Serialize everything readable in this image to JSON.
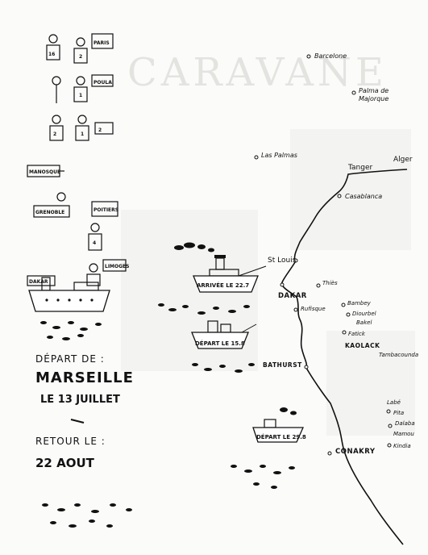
{
  "title": "CARAVANE",
  "left_panel": {
    "signs": [
      "PARIS",
      "POULA",
      "MANOSQUE",
      "GRENOBLE",
      "POITIERS",
      "LIMOGES",
      "DAKAR"
    ],
    "numbers": [
      "16",
      "2",
      "1",
      "2",
      "1",
      "2",
      "4"
    ],
    "depart_label": "DÉPART DE :",
    "depart_city": "MARSEILLE",
    "depart_date": "LE 13 JUILLET",
    "retour_label": "RETOUR LE :",
    "retour_date": "22 AOUT"
  },
  "ships": [
    {
      "label": "ARRIVÉE LE 22.7"
    },
    {
      "label": "DÉPART LE 15.8"
    },
    {
      "label": "DÉPART LE 29.8"
    }
  ],
  "places": {
    "barcelona": "Barcelone",
    "palma": "Palma de Majorque",
    "las_palmas": "Las Palmas",
    "tanger": "Tanger",
    "alger": "Alger",
    "casablanca": "Casablanca",
    "st_louis": "St Louis",
    "dakar": "DAKAR",
    "thies": "Thiès",
    "rufisque": "Rufisque",
    "bambey": "Bambey",
    "diourbel": "Diourbel",
    "bakel": "Bakel",
    "fatick": "Fatick",
    "kaolack": "KAOLACK",
    "tambacounda": "Tambacounda",
    "bathurst": "BATHURST",
    "labe": "Labé",
    "pita": "Pita",
    "dalaba": "Dalaba",
    "mamou": "Mamou",
    "kindia": "Kindia",
    "conakry": "CONAKRY"
  },
  "colors": {
    "ink": "#111111",
    "paper": "#fbfbfa",
    "ghost": "#e3e3e0"
  }
}
